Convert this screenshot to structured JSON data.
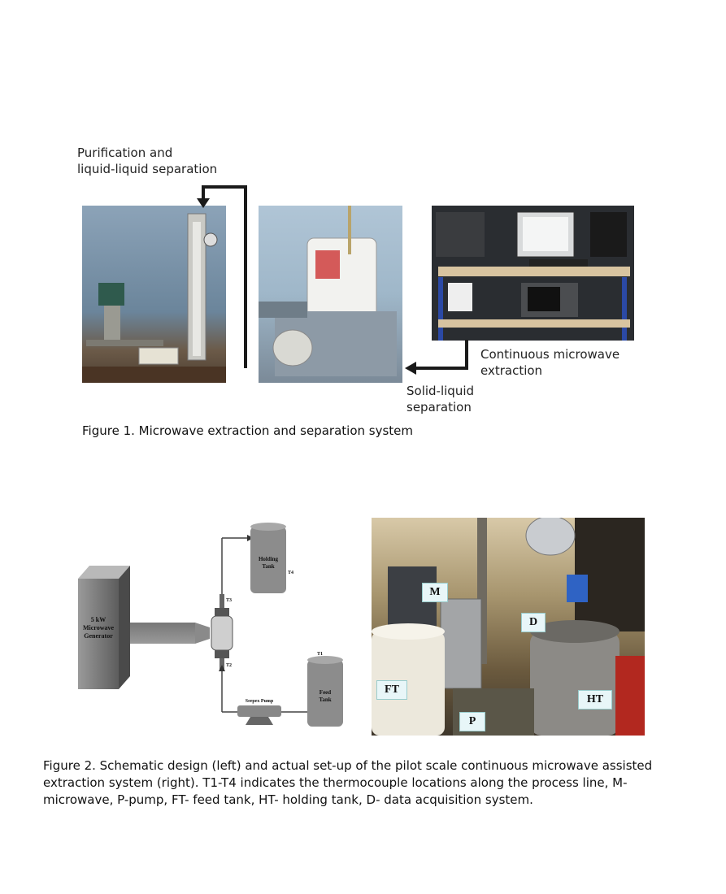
{
  "figure1": {
    "label_purification": "Purification and",
    "label_purification_2": "liquid-liquid separation",
    "label_continuous": "Continuous microwave",
    "label_continuous_2": "extraction",
    "label_solid": "Solid-liquid",
    "label_solid_2": "separation",
    "caption": "Figure 1. Microwave extraction and separation system"
  },
  "figure2": {
    "schematic": {
      "generator_l1": "5 kW",
      "generator_l2": "Microwave",
      "generator_l3": "Generator",
      "holding_l1": "Holding",
      "holding_l2": "Tank",
      "feed_l1": "Feed",
      "feed_l2": "Tank",
      "pump": "Seepex Pump",
      "t1": "T1",
      "t2": "T2",
      "t3": "T3",
      "t4": "T4"
    },
    "photo_tags": {
      "m": "M",
      "d": "D",
      "ft": "FT",
      "p": "P",
      "ht": "HT"
    },
    "caption_l1": "Figure 2. Schematic design (left) and actual set-up of the pilot scale continuous microwave assisted",
    "caption_l2": "extraction system (right). T1-T4 indicates the thermocouple locations along the process line, M-",
    "caption_l3": "microwave, P-pump, FT- feed tank, HT- holding tank, D- data acquisition system."
  }
}
